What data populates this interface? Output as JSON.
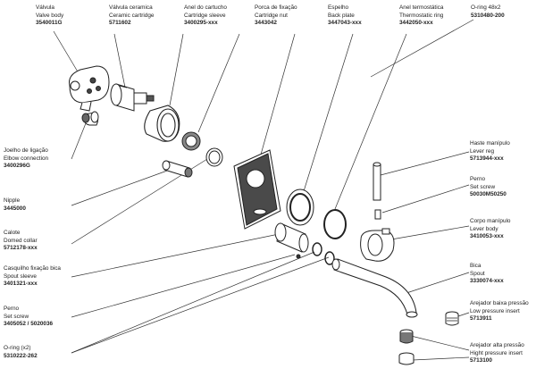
{
  "parts": {
    "valve_body": {
      "pt": "Válvula",
      "en": "Valve body",
      "code": "3540011G"
    },
    "ceramic_cartridge": {
      "pt": "Válvula ceramica",
      "en": "Ceramic cartridge",
      "code": "5711602"
    },
    "cartridge_sleeve": {
      "pt": "Anel do cartucho",
      "en": "Cartridge sleeve",
      "code": "3400295-xxx"
    },
    "cartridge_nut": {
      "pt": "Porca de fixação",
      "en": "Cartridge nut",
      "code": "3443042"
    },
    "back_plate": {
      "pt": "Espelho",
      "en": "Back plate",
      "code": "3447043-xxx"
    },
    "thermostatic_ring": {
      "pt": "Anel termostática",
      "en": "Thermostatic ring",
      "code": "3442050-xxx"
    },
    "oring_48": {
      "pt": "O-ring 48x2",
      "code": "5310480-200"
    },
    "elbow_connection": {
      "pt": "Joelho de ligação",
      "en": "Elbow connection",
      "code": "3400296G"
    },
    "nipple": {
      "pt": "Nipple",
      "code": "3445000"
    },
    "domed_collar": {
      "pt": "Calote",
      "en": "Domed collar",
      "code": "5712178-xxx"
    },
    "spout_sleeve": {
      "pt": "Casquilho fixação bica",
      "en": "Spout sleeve",
      "code": "3401321-xxx"
    },
    "set_screw_left": {
      "pt": "Perno",
      "en": "Set screw",
      "code": "3405052 / 5020036"
    },
    "oring_x2": {
      "pt": "O-ring (x2)",
      "code": "5310222-262"
    },
    "lever_reg": {
      "pt": "Haste manípulo",
      "en": "Lever reg",
      "code": "5713944-xxx"
    },
    "set_screw_right": {
      "pt": "Perno",
      "en": "Set screw",
      "code": "50030M50250"
    },
    "lever_body": {
      "pt": "Corpo manípulo",
      "en": "Lever body",
      "code": "3410053-xxx"
    },
    "spout": {
      "pt": "Bica",
      "en": "Spout",
      "code": "3330074-xxx"
    },
    "low_pressure": {
      "pt": "Arejador baixa pressão",
      "en": "Low pressure insert",
      "code": "5713911"
    },
    "high_pressure": {
      "pt": "Arejador alta pressão",
      "en": "Hight pressure insert",
      "code": "5713100"
    }
  }
}
